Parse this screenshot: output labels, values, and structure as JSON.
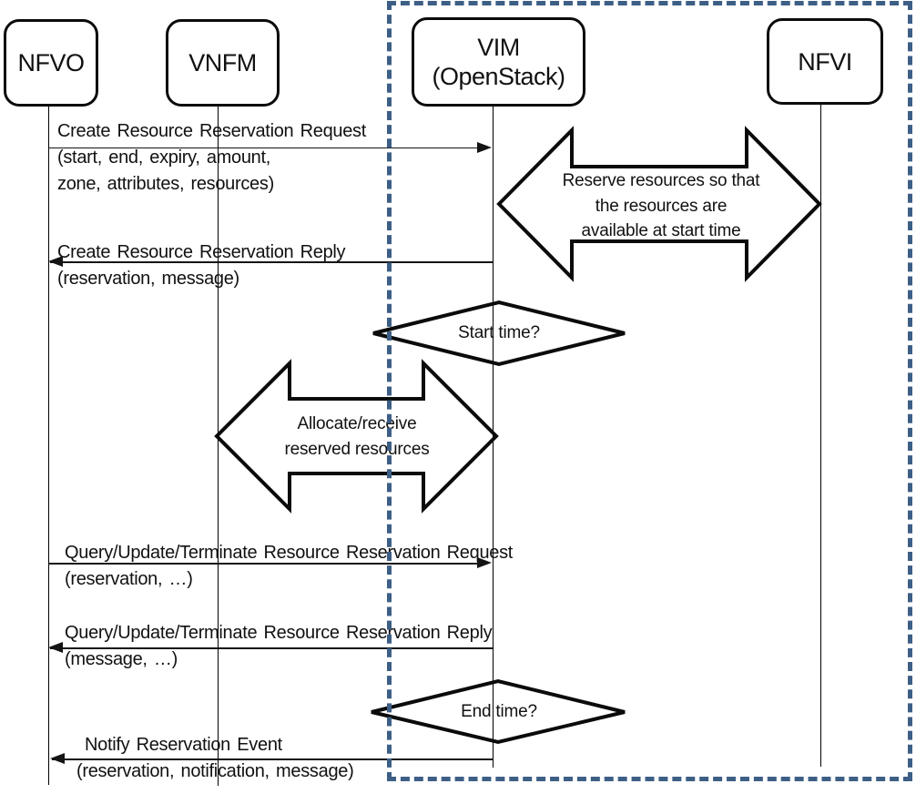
{
  "colors": {
    "stroke": "#0b0b0b",
    "dashed_border": "#3d5f85",
    "background": "#ffffff"
  },
  "actors": {
    "nfvo": {
      "label": "NFVO"
    },
    "vnfm": {
      "label": "VNFM"
    },
    "vim": {
      "label_line1": "VIM",
      "label_line2": "(OpenStack)"
    },
    "nfvi": {
      "label": "NFVI"
    }
  },
  "messages": {
    "create_request": {
      "title": "Create Resource Reservation Request",
      "params_line1": "(start, end, expiry, amount,",
      "params_line2": "zone, attributes, resources)"
    },
    "create_reply": {
      "title": "Create Resource Reservation Reply",
      "params": "(reservation, message)"
    },
    "query_request": {
      "title": "Query/Update/Terminate Resource Reservation Request",
      "params": "(reservation, …)"
    },
    "query_reply": {
      "title": "Query/Update/Terminate Resource Reservation Reply",
      "params": "(message, …)"
    },
    "notify_event": {
      "title": "Notify Reservation Event",
      "params": "(reservation, notification, message)"
    }
  },
  "process_arrows": {
    "reserve": {
      "line1": "Reserve resources so that",
      "line2": "the resources are",
      "line3": "available at start time"
    },
    "allocate": {
      "line1": "Allocate/receive",
      "line2": "reserved resources"
    }
  },
  "decisions": {
    "start_time": {
      "label": "Start time?"
    },
    "end_time": {
      "label": "End time?"
    }
  }
}
